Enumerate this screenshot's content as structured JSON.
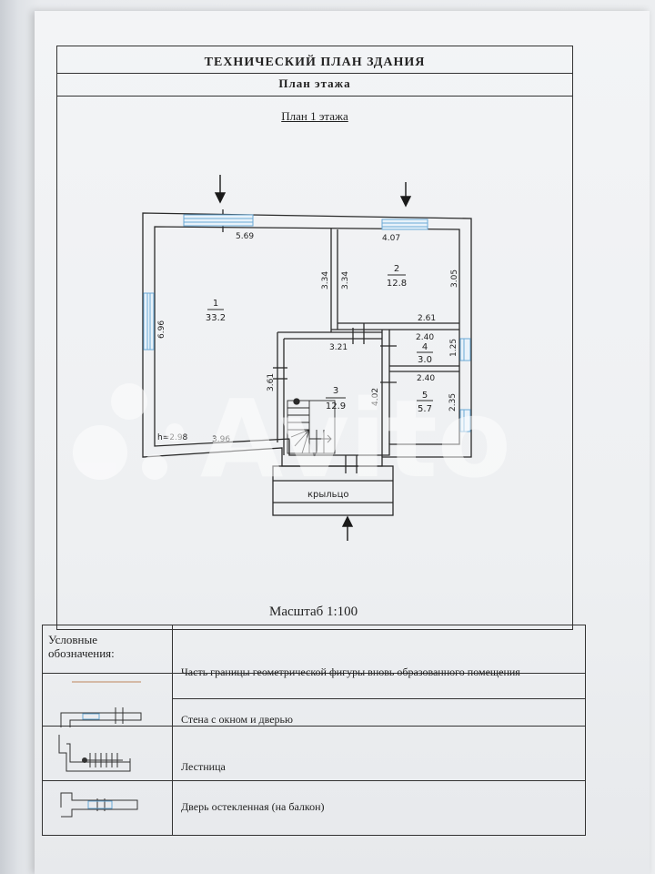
{
  "document": {
    "title": "ТЕХНИЧЕСКИЙ ПЛАН ЗДАНИЯ",
    "subtitle": "План этажа",
    "floor_title": "План 1 этажа",
    "scale": "Масштаб 1:100"
  },
  "plan": {
    "rooms": [
      {
        "number": "1",
        "area": "33.2"
      },
      {
        "number": "2",
        "area": "12.8"
      },
      {
        "number": "3",
        "area": "12.9"
      },
      {
        "number": "4",
        "area": "3.0"
      },
      {
        "number": "5",
        "area": "5.7"
      }
    ],
    "dimensions": {
      "d_5_69": "5.69",
      "d_4_07": "4.07",
      "d_3_34_a": "3.34",
      "d_3_34_b": "3.34",
      "d_3_05": "3.05",
      "d_6_96": "6.96",
      "d_2_61": "2.61",
      "d_3_21": "3.21",
      "d_2_40_a": "2.40",
      "d_1_25": "1.25",
      "d_2_40_b": "2.40",
      "d_3_61": "3.61",
      "d_4_02": "4.02",
      "d_2_35": "2.35",
      "d_3_96": "3.96"
    },
    "height_label": "h=2.98",
    "porch_label": "крыльцо"
  },
  "legend": {
    "header": "Условные обозначения:",
    "items": [
      {
        "description": "Часть границы геометрической фигуры вновь образованного помещения"
      },
      {
        "description": "Стена с окном и дверью"
      },
      {
        "description": "Лестница"
      },
      {
        "description": "Дверь остекленная (на балкон)"
      }
    ]
  },
  "watermark": {
    "text": "Avito"
  },
  "colors": {
    "window": "#6aa9d6",
    "line": "#2a2a2a",
    "legend_line": "#c89a7a"
  }
}
